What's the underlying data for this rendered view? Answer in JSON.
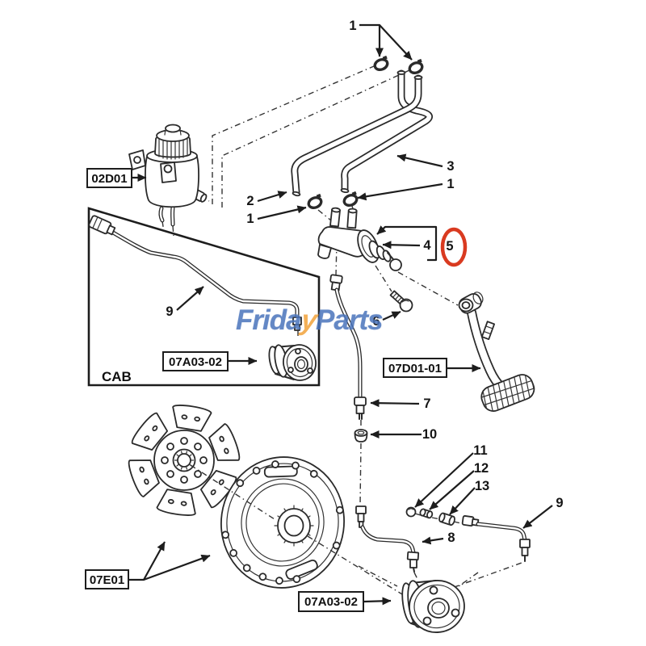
{
  "diagram": {
    "callouts": {
      "top1": "1",
      "hose2": "2",
      "left1": "1",
      "hose3": "3",
      "mid1": "1",
      "cyl4": "4",
      "cyl5": "5",
      "bolt6": "6",
      "cab9": "9",
      "hose7": "7",
      "grommet10": "10",
      "ball11": "11",
      "union12": "12",
      "nut13": "13",
      "pipe9": "9",
      "pipe8": "8"
    },
    "ref_boxes": {
      "reservoir": "02D01",
      "cab_bearing": "07A03-02",
      "pedal": "07D01-01",
      "clutch": "07E01",
      "release_bearing": "07A03-02"
    },
    "cab_zone": "CAB",
    "watermark": {
      "left": "Frida",
      "accent": "y",
      "right": "Parts",
      "blue": "#4a74bc",
      "orange": "#f2a33c"
    },
    "highlight_color": "#d93a20",
    "ink": "#2a2a2a"
  }
}
